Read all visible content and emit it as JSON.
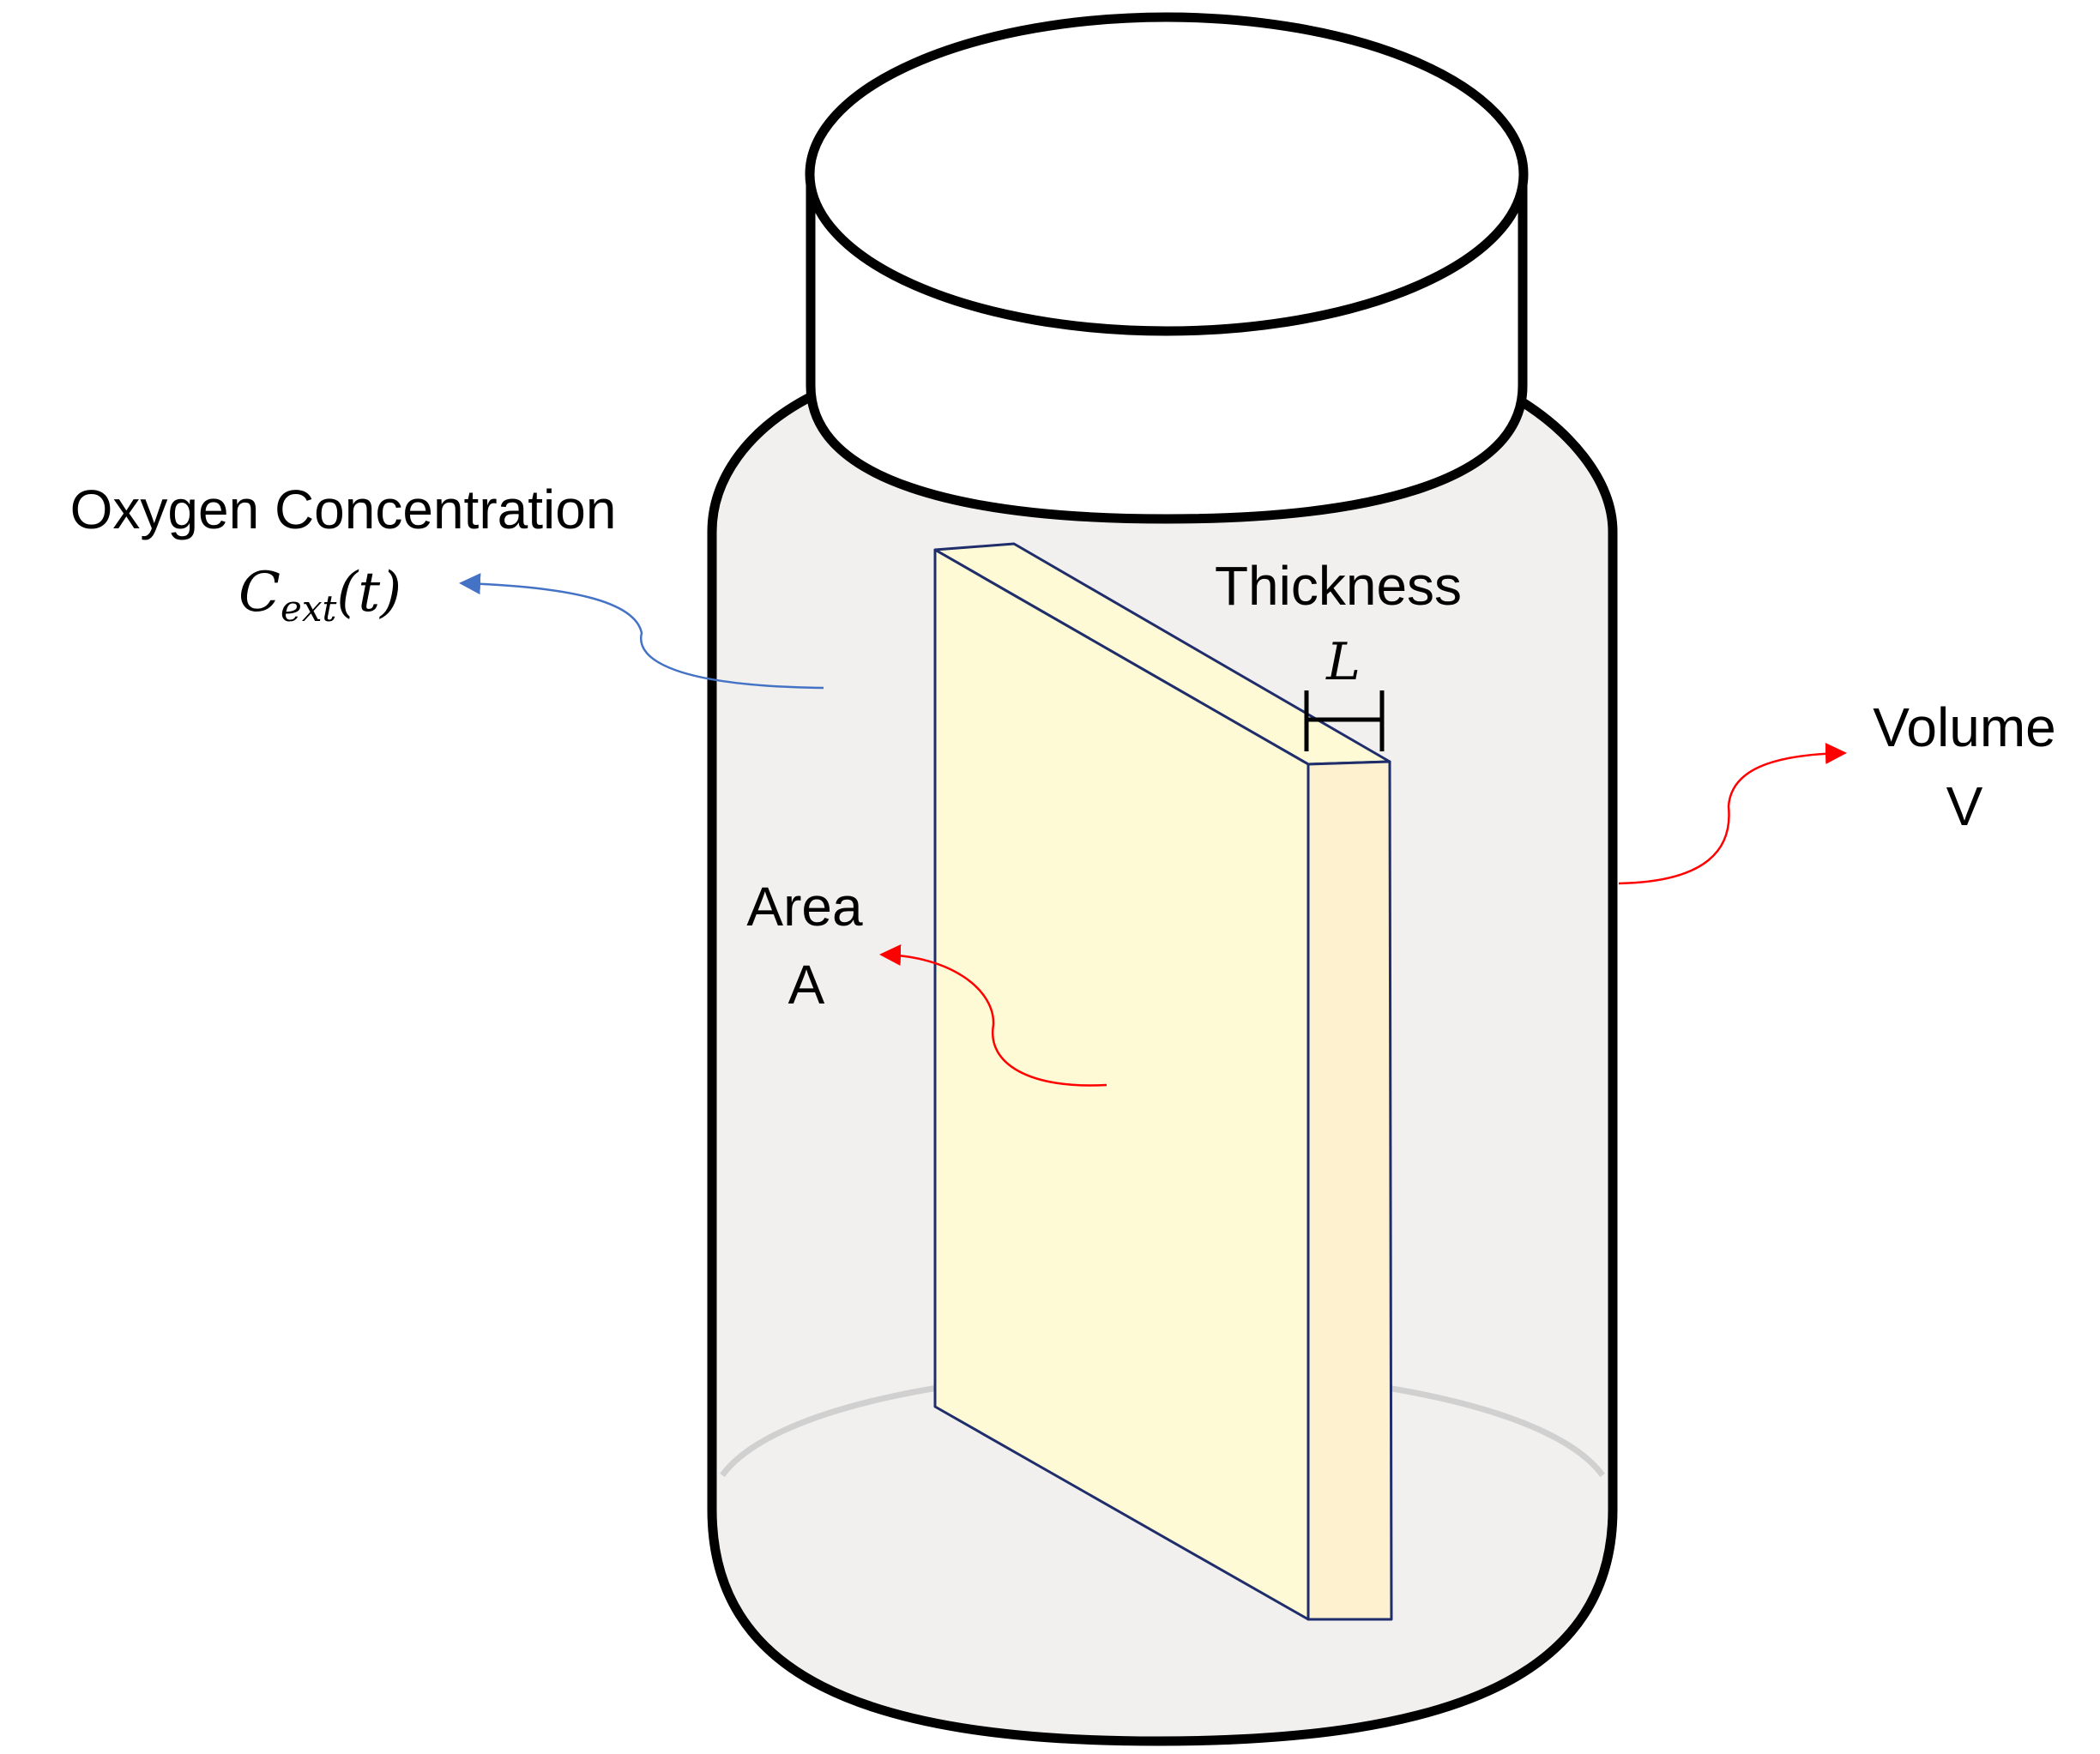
{
  "colors": {
    "jar_outline": "#000000",
    "jar_fill": "#f1f0ef",
    "lid_fill": "#ffffff",
    "slab_front": "#fefad5",
    "slab_side": "#fdf1d0",
    "slab_edge": "#1f2d6b",
    "arrow_blue": "#4472c4",
    "arrow_red": "#ff0000"
  },
  "labels": {
    "oxygen_title": "Oxygen Concentration",
    "oxygen_symbol_base": "C",
    "oxygen_symbol_sub": "ext",
    "oxygen_symbol_arg": "(t)",
    "thickness_title": "Thickness",
    "thickness_symbol": "L",
    "volume_title": "Volume",
    "volume_symbol": "V",
    "area_title": "Area",
    "area_symbol": "A"
  },
  "icons": {
    "jar": "jar-icon",
    "lid": "lid-icon",
    "slab": "slab-icon",
    "dimension": "thickness-bracket-icon"
  }
}
